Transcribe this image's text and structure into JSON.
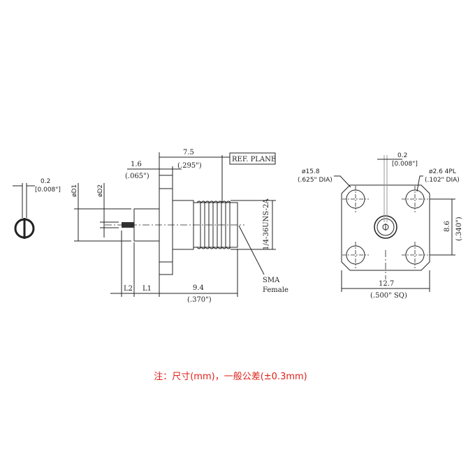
{
  "side_view": {
    "dim_flange": "1.6",
    "dim_flange_in": "(.065\")",
    "dim_ref": "7.5",
    "dim_ref_in": "(.295\")",
    "ref_plane": "REF. PLANE",
    "d1": "øD1",
    "d2": "øD2",
    "thread": "1/4-36UNS-2A",
    "l2": "L2",
    "l1": "L1",
    "dim_len": "9.4",
    "dim_len_in": "(.370\")",
    "label_line1": "SMA",
    "label_line2": "Female"
  },
  "symbol": {
    "tol": "0.2",
    "tol_in": "[0.008\"]"
  },
  "front_view": {
    "tol": "0.2",
    "tol_in": "[0.008\"]",
    "flange_dia": "ø15.8",
    "flange_dia_in": "(.625\" DIA)",
    "hole_dia": "ø2.6  4PL",
    "hole_dia_in": "(.102\" DIA)",
    "spacing": "8.6",
    "spacing_in": "(.340\")",
    "width": "12.7",
    "width_in": "(.500\"  SQ)"
  },
  "note": "注：尺寸(mm)，一般公差(±0.3mm)",
  "colors": {
    "note": "#e0201a"
  }
}
